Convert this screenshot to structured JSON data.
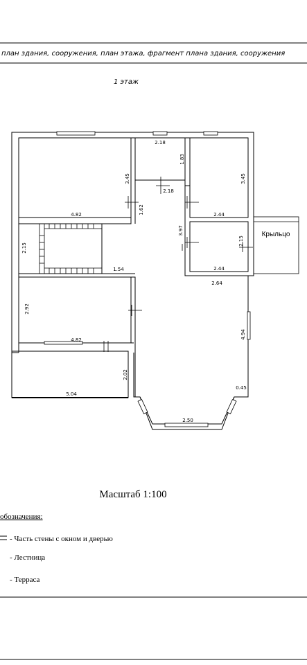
{
  "header": {
    "title_strip": "план здания, сооружения, план этажа, фрагмент плана здания, сооружения",
    "floor_label": "1 этаж"
  },
  "rooms": {
    "top_left": {
      "width": "4.82",
      "height": "3.45"
    },
    "top_center": {
      "width": "2.18",
      "height": "1.83"
    },
    "top_right": {
      "width": "2.44",
      "height": "3.45"
    },
    "corridor_top": {
      "width": "2.18",
      "height": "1.62"
    },
    "stair": {
      "height": "2.15",
      "width": "1.54"
    },
    "mid_right": {
      "height": "2.15",
      "width": "2.44"
    },
    "hall": {
      "height": "3.97",
      "width": "2.64",
      "right_height": "4.94"
    },
    "lower_left": {
      "height": "2.92",
      "width": "4.82"
    },
    "terrace": {
      "width": "5.04",
      "height": "2.02"
    },
    "bay": {
      "width": "2.50",
      "side": "0.45"
    }
  },
  "porch_label": "Крыльцо",
  "scale_label": "Масштаб 1:100",
  "legend": {
    "title": "обозначения:",
    "items": [
      {
        "icon": "wall-window-door-icon",
        "label": "- Часть стены с окном и дверью"
      },
      {
        "icon": "staircase-icon",
        "label": "- Лестница"
      },
      {
        "icon": "terrace-icon",
        "label": "- Терраса"
      }
    ]
  }
}
